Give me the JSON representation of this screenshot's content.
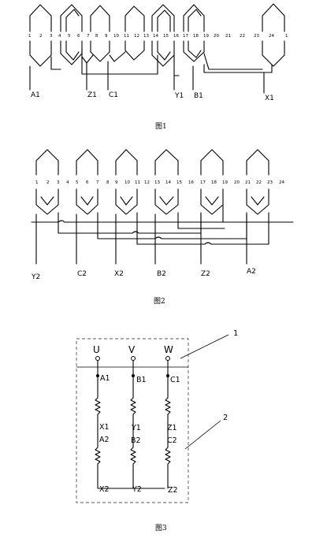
{
  "fig1": {
    "slot_numbers": [
      "1",
      "2",
      "3",
      "4",
      "5",
      "6",
      "7",
      "8",
      "9",
      "10",
      "11",
      "12",
      "13",
      "14",
      "15",
      "16",
      "17",
      "18",
      "19",
      "20",
      "21",
      "22",
      "23",
      "24",
      "1"
    ],
    "leads": [
      "A1",
      "Z1",
      "C1",
      "Y1",
      "B1",
      "X1"
    ],
    "caption": "图1"
  },
  "fig2": {
    "slot_numbers": [
      "1",
      "2",
      "3",
      "4",
      "5",
      "6",
      "7",
      "8",
      "9",
      "10",
      "11",
      "12",
      "13",
      "14",
      "15",
      "16",
      "17",
      "18",
      "19",
      "20",
      "21",
      "22",
      "23",
      "24"
    ],
    "leads": [
      "Y2",
      "C2",
      "X2",
      "B2",
      "Z2",
      "A2"
    ],
    "caption": "图2"
  },
  "fig3": {
    "terminals": [
      "U",
      "V",
      "W"
    ],
    "start_labels": [
      "A1",
      "B1",
      "C1"
    ],
    "mid_labels_1": [
      "X1",
      "Y1",
      "Z1"
    ],
    "mid_labels_2": [
      "A2",
      "B2",
      "C2"
    ],
    "end_labels": [
      "X2",
      "Y2",
      "Z2"
    ],
    "callouts": [
      "1",
      "2"
    ],
    "caption": "图3"
  }
}
